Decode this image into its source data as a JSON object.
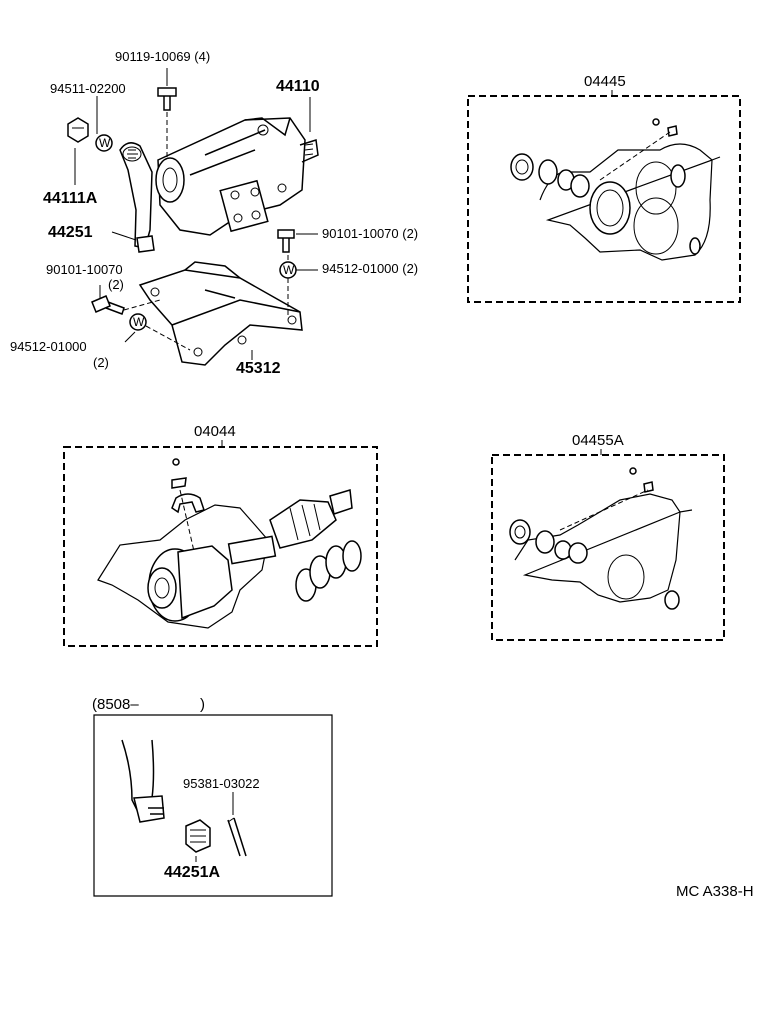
{
  "labels": {
    "bolt_a": "90119-10069 (4)",
    "washer_a": "94511-02200",
    "gear_housing": "44110",
    "nut_a": "44111A",
    "arm": "44251",
    "bolt_b": "90101-10070 (2)",
    "washer_b": "94512-01000 (2)",
    "bolt_c_num": "90101-10070",
    "bolt_c_qty": "(2)",
    "washer_c_num": "94512-01000",
    "washer_c_qty": "(2)",
    "bracket": "45312",
    "kit_a": "04445",
    "kit_b": "04044",
    "kit_c": "04455A",
    "inset_range_open": "(8508–",
    "inset_range_close": ")",
    "pin": "95381-03022",
    "inset_nut": "44251A",
    "figure_code": "MC A338-H",
    "washer_mark": "W"
  }
}
